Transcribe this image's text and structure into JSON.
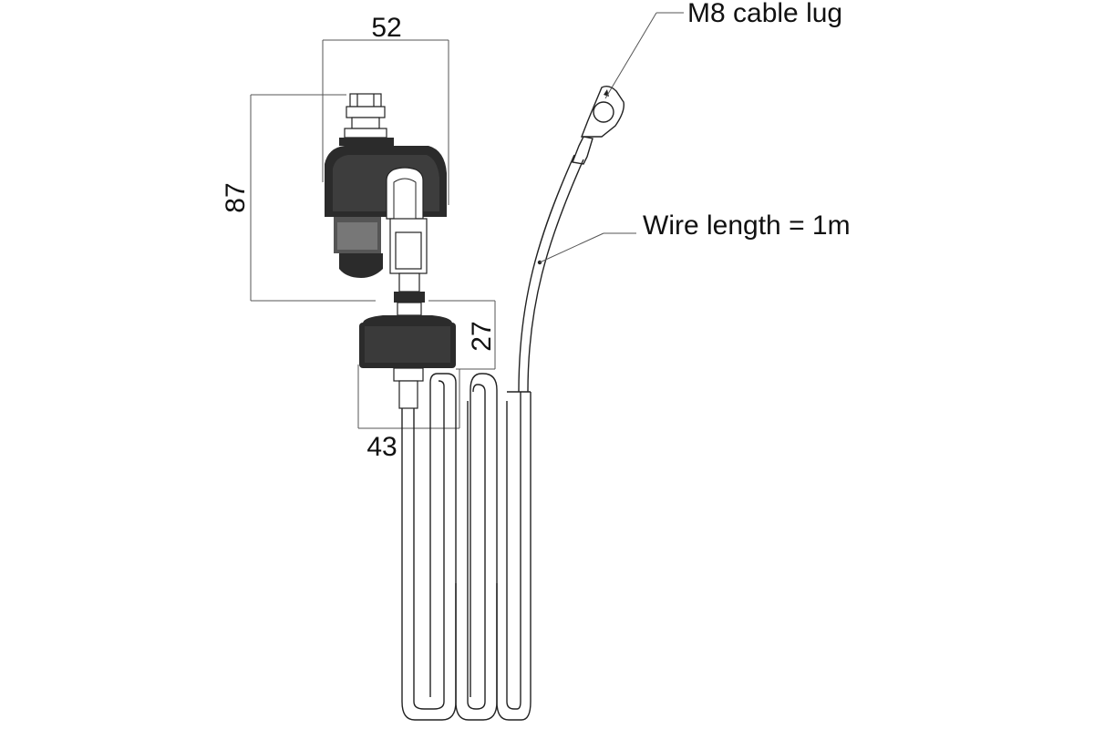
{
  "dimensions": {
    "width_top": "52",
    "height_head": "87",
    "height_flange": "27",
    "width_flange": "43"
  },
  "callouts": {
    "cable_lug": "M8 cable lug",
    "wire_length": "Wire length = 1m"
  },
  "colors": {
    "line": "#222222",
    "fill_dark": "#2b2b2b",
    "fill_mid": "#555555",
    "background": "#ffffff"
  }
}
